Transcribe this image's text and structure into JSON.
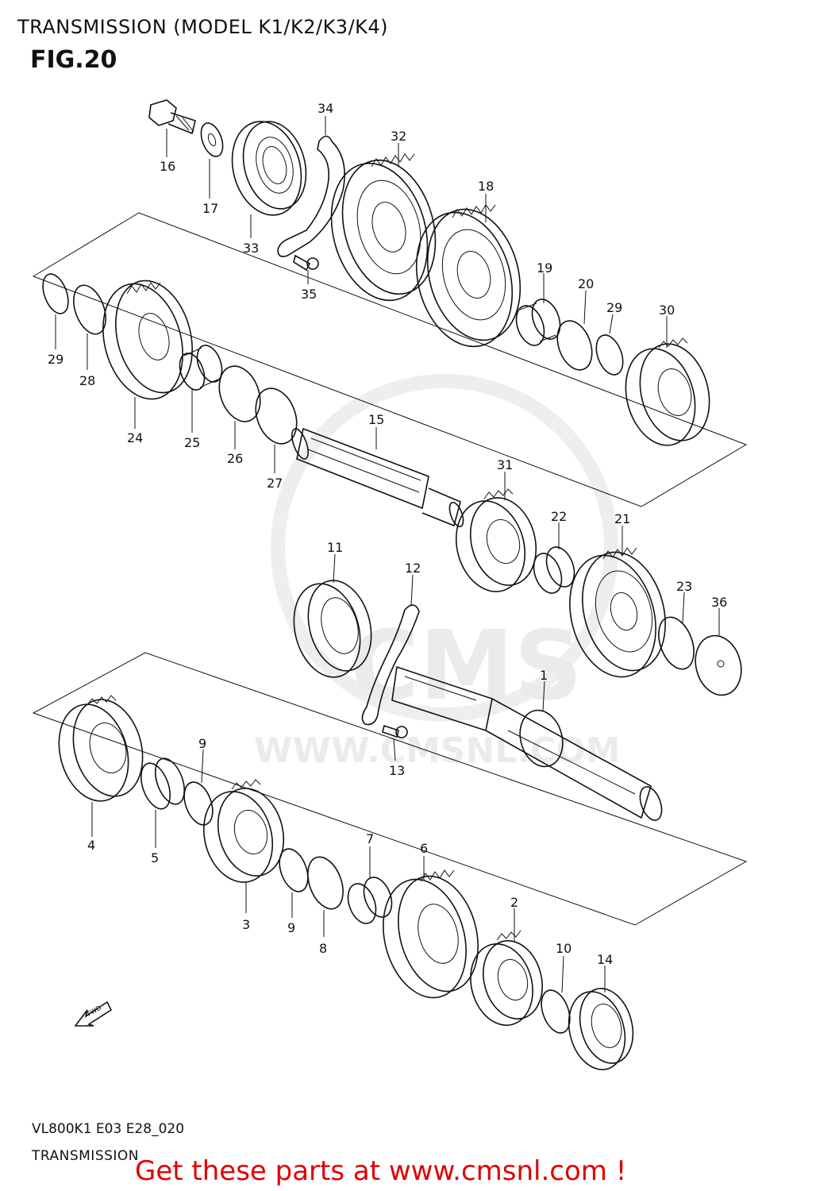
{
  "header": {
    "title": "TRANSMISSION (MODEL K1/K2/K3/K4)",
    "fig_label": "FIG.20"
  },
  "watermark": {
    "logo_text": "CMS",
    "url_text": "WWW.CMSNL.COM"
  },
  "fwd_label": "FWD",
  "parts": [
    {
      "id": "p16",
      "label": "16"
    },
    {
      "id": "p17",
      "label": "17"
    },
    {
      "id": "p33",
      "label": "33"
    },
    {
      "id": "p34",
      "label": "34"
    },
    {
      "id": "p35",
      "label": "35"
    },
    {
      "id": "p32",
      "label": "32"
    },
    {
      "id": "p18",
      "label": "18"
    },
    {
      "id": "p19",
      "label": "19"
    },
    {
      "id": "p20",
      "label": "20"
    },
    {
      "id": "p29a",
      "label": "29"
    },
    {
      "id": "p30",
      "label": "30"
    },
    {
      "id": "p29b",
      "label": "29"
    },
    {
      "id": "p28",
      "label": "28"
    },
    {
      "id": "p24",
      "label": "24"
    },
    {
      "id": "p25",
      "label": "25"
    },
    {
      "id": "p26",
      "label": "26"
    },
    {
      "id": "p27",
      "label": "27"
    },
    {
      "id": "p15",
      "label": "15"
    },
    {
      "id": "p31",
      "label": "31"
    },
    {
      "id": "p22",
      "label": "22"
    },
    {
      "id": "p21",
      "label": "21"
    },
    {
      "id": "p23",
      "label": "23"
    },
    {
      "id": "p36",
      "label": "36"
    },
    {
      "id": "p11",
      "label": "11"
    },
    {
      "id": "p12",
      "label": "12"
    },
    {
      "id": "p1",
      "label": "1"
    },
    {
      "id": "p13",
      "label": "13"
    },
    {
      "id": "p4",
      "label": "4"
    },
    {
      "id": "p5",
      "label": "5"
    },
    {
      "id": "p9a",
      "label": "9"
    },
    {
      "id": "p3",
      "label": "3"
    },
    {
      "id": "p9b",
      "label": "9"
    },
    {
      "id": "p8",
      "label": "8"
    },
    {
      "id": "p7",
      "label": "7"
    },
    {
      "id": "p6",
      "label": "6"
    },
    {
      "id": "p2",
      "label": "2"
    },
    {
      "id": "p10",
      "label": "10"
    },
    {
      "id": "p14",
      "label": "14"
    }
  ],
  "footer": {
    "code": "VL800K1 E03 E28_020",
    "name": "TRANSMISSION",
    "cta": "Get these parts at www.cmsnl.com !"
  }
}
